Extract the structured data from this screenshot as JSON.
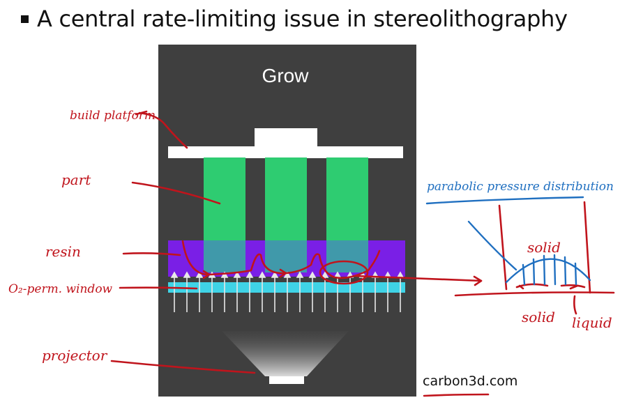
{
  "slide": {
    "bullet_title": "A central rate-limiting issue in stereolithography",
    "credit": "carbon3d.com"
  },
  "diagram": {
    "panel_label": "Grow",
    "colors": {
      "panel": "#3f3f3f",
      "build_platform": "#ffffff",
      "part": "#2ecc71",
      "resin": "#7a1fe6",
      "window": "#3fd3e6",
      "annotation_red": "#c0141c",
      "annotation_blue": "#1f6fc0"
    }
  },
  "annotations": {
    "build_platform": "build platform",
    "part": "part",
    "resin": "resin",
    "o2_window": "O₂-perm. window",
    "projector": "projector",
    "parabolic": "parabolic pressure distribution",
    "solid_top": "solid",
    "solid_bottom": "solid",
    "liquid": "liquid"
  }
}
